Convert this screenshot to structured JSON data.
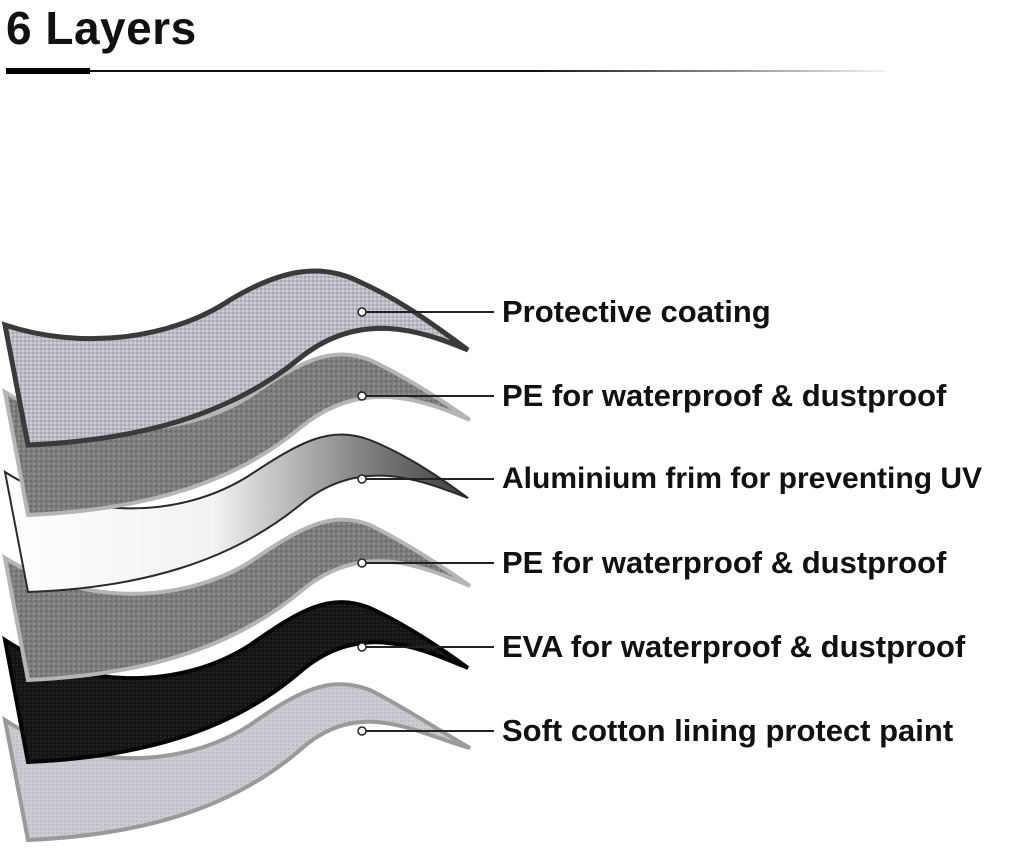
{
  "title": "6 Layers",
  "layers": [
    {
      "label": "Protective coating",
      "color": "#b8b6bf",
      "edge": "#3a3a3a"
    },
    {
      "label": "PE for waterproof & dustproof",
      "color": "#7d7d7d",
      "edge": "#b0b0b0"
    },
    {
      "label": "Aluminium frim for preventing UV",
      "color": "#f4f4f4",
      "edge": "#2a2a2a"
    },
    {
      "label": "PE for waterproof & dustproof",
      "color": "#7d7d7d",
      "edge": "#b0b0b0"
    },
    {
      "label": "EVA for waterproof & dustproof",
      "color": "#0f0f0f",
      "edge": "#0a0a0a"
    },
    {
      "label": "Soft cotton lining protect paint",
      "color": "#c9c9d0",
      "edge": "#9a9a9a"
    }
  ]
}
